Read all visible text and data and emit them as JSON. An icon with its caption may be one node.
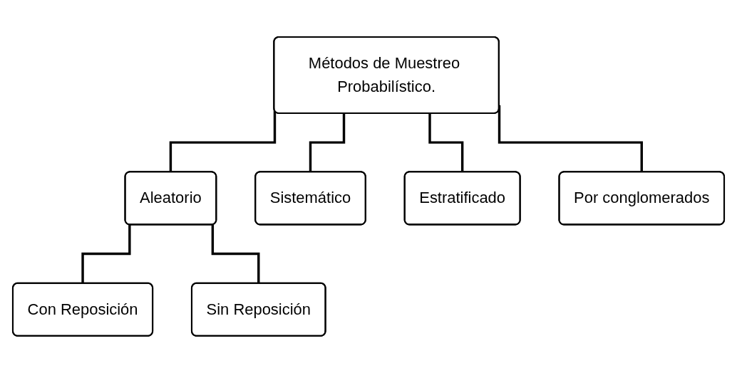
{
  "diagram": {
    "nodes": [
      {
        "text": [
          "Métodos de Muestreo Probabilístico."
        ]
      },
      {
        "text": [
          "Aleatorio"
        ]
      },
      {
        "text": [
          "Sistemático"
        ]
      },
      {
        "text": [
          "Estratificado"
        ]
      },
      {
        "text": [
          "Por conglomerados"
        ]
      },
      {
        "text": [
          "Con Reposición"
        ]
      },
      {
        "text": [
          "Sin Reposición"
        ]
      }
    ],
    "edges": [
      {
        "from": 0,
        "to": 1,
        "arrow": "none"
      },
      {
        "from": 0,
        "to": 2,
        "arrow": "none"
      },
      {
        "from": 0,
        "to": 3,
        "arrow": "none"
      },
      {
        "from": 0,
        "to": 4,
        "arrow": "none"
      },
      {
        "from": 1,
        "to": 5,
        "arrow": "none"
      },
      {
        "from": 1,
        "to": 6,
        "arrow": "none"
      }
    ]
  }
}
